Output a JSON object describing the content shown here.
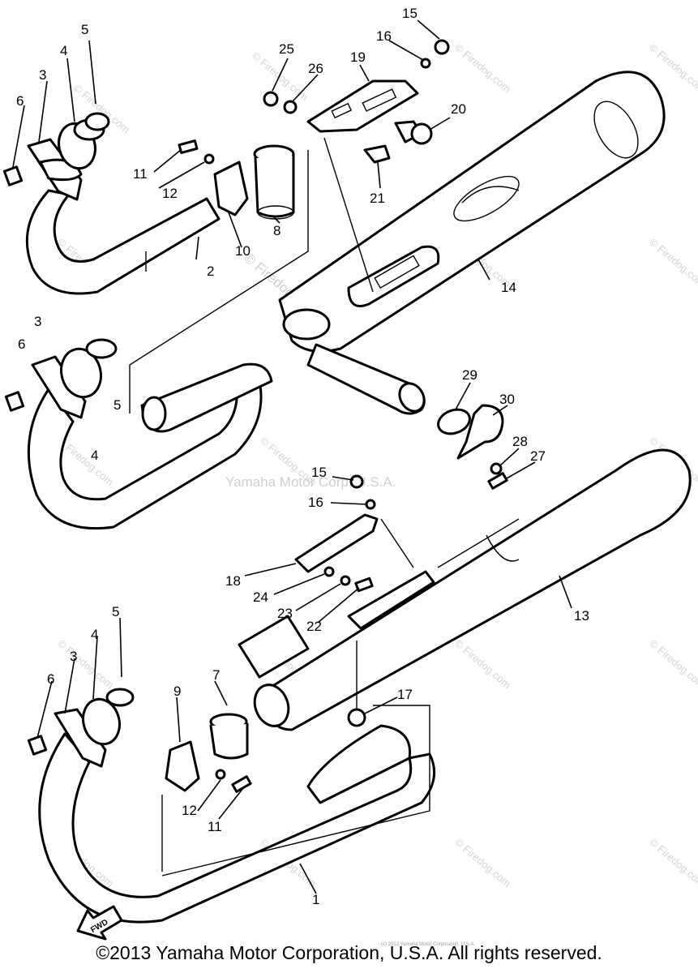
{
  "watermarks": {
    "center": "Yamaha Motor Corp, U.S.A.",
    "site": "© Firedog.com",
    "site_short": "© Firedog.com",
    "fine_print": "(c) 2013 Yamaha Motor Corporation, U.S.A."
  },
  "fwd_label": "FWD",
  "copyright": "©2013 Yamaha Motor Corporation, U.S.A. All rights reserved.",
  "callouts": {
    "c1": "1",
    "c2": "2",
    "c3a": "3",
    "c3b": "3",
    "c3c": "3",
    "c4a": "4",
    "c4b": "4",
    "c4c": "4",
    "c5a": "5",
    "c5b": "5",
    "c5c": "5",
    "c6a": "6",
    "c6b": "6",
    "c6c": "6",
    "c7": "7",
    "c8": "8",
    "c9": "9",
    "c10": "10",
    "c11a": "11",
    "c11b": "11",
    "c12a": "12",
    "c12b": "12",
    "c13": "13",
    "c14": "14",
    "c15a": "15",
    "c15b": "15",
    "c16a": "16",
    "c16b": "16",
    "c17": "17",
    "c18": "18",
    "c19": "19",
    "c20": "20",
    "c21": "21",
    "c22": "22",
    "c23": "23",
    "c24": "24",
    "c25": "25",
    "c26": "26",
    "c27": "27",
    "c28": "28",
    "c29": "29",
    "c30": "30"
  }
}
